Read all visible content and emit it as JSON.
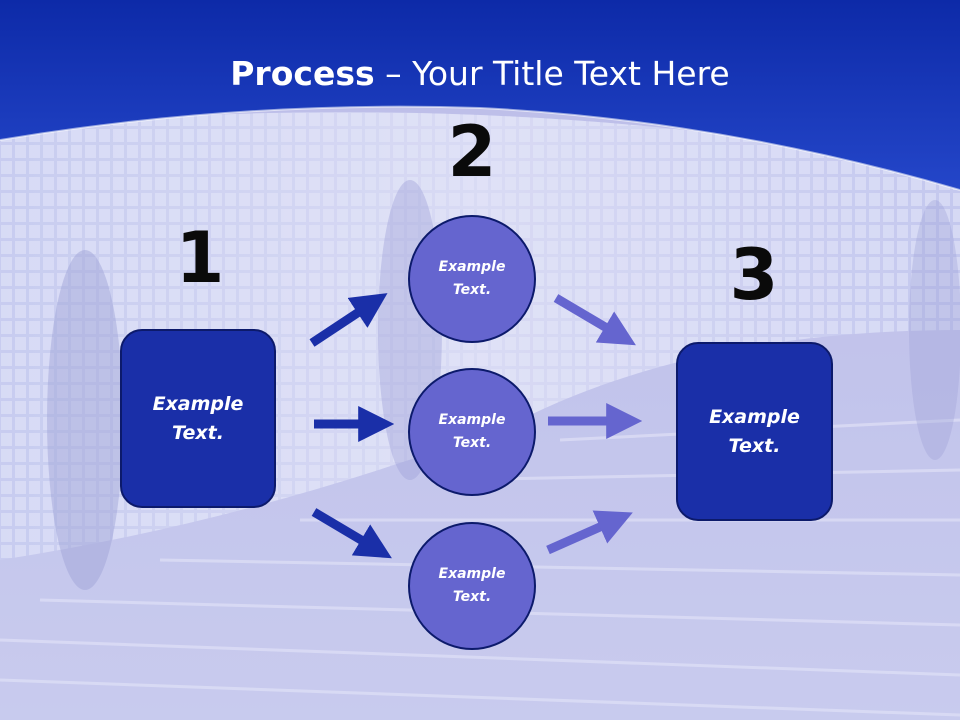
{
  "title": {
    "bold": "Process",
    "rest": " – Your Title Text Here"
  },
  "steps": [
    {
      "number": "1",
      "label": "Example Text."
    },
    {
      "number": "2",
      "label": "Example Text."
    },
    {
      "number": "3",
      "label": "Example Text."
    }
  ],
  "middle_items": [
    {
      "label": "Example Text."
    },
    {
      "label": "Example Text."
    },
    {
      "label": "Example Text."
    }
  ],
  "colors": {
    "header_blue": "#1a3bbf",
    "box_blue": "#1a2fa8",
    "circle_purple": "#6565cf",
    "arrow_dark": "#1a2fa8",
    "arrow_light": "#6565cf"
  }
}
